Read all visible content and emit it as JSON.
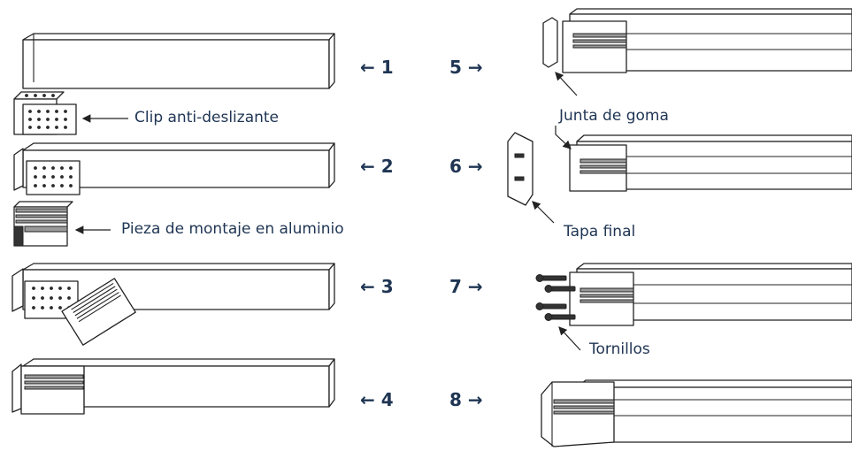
{
  "steps": {
    "s1": "← 1",
    "s2": "← 2",
    "s3": "← 3",
    "s4": "← 4",
    "s5": "5 →",
    "s6": "6 →",
    "s7": "7 →",
    "s8": "8 →"
  },
  "labels": {
    "clip": "Clip anti-deslizante",
    "mounting": "Pieza de montaje en aluminio",
    "gasket": "Junta de goma",
    "end_cap": "Tapa final",
    "screws": "Tornillos"
  },
  "colors": {
    "text": "#1f3553",
    "line": "#222222"
  }
}
